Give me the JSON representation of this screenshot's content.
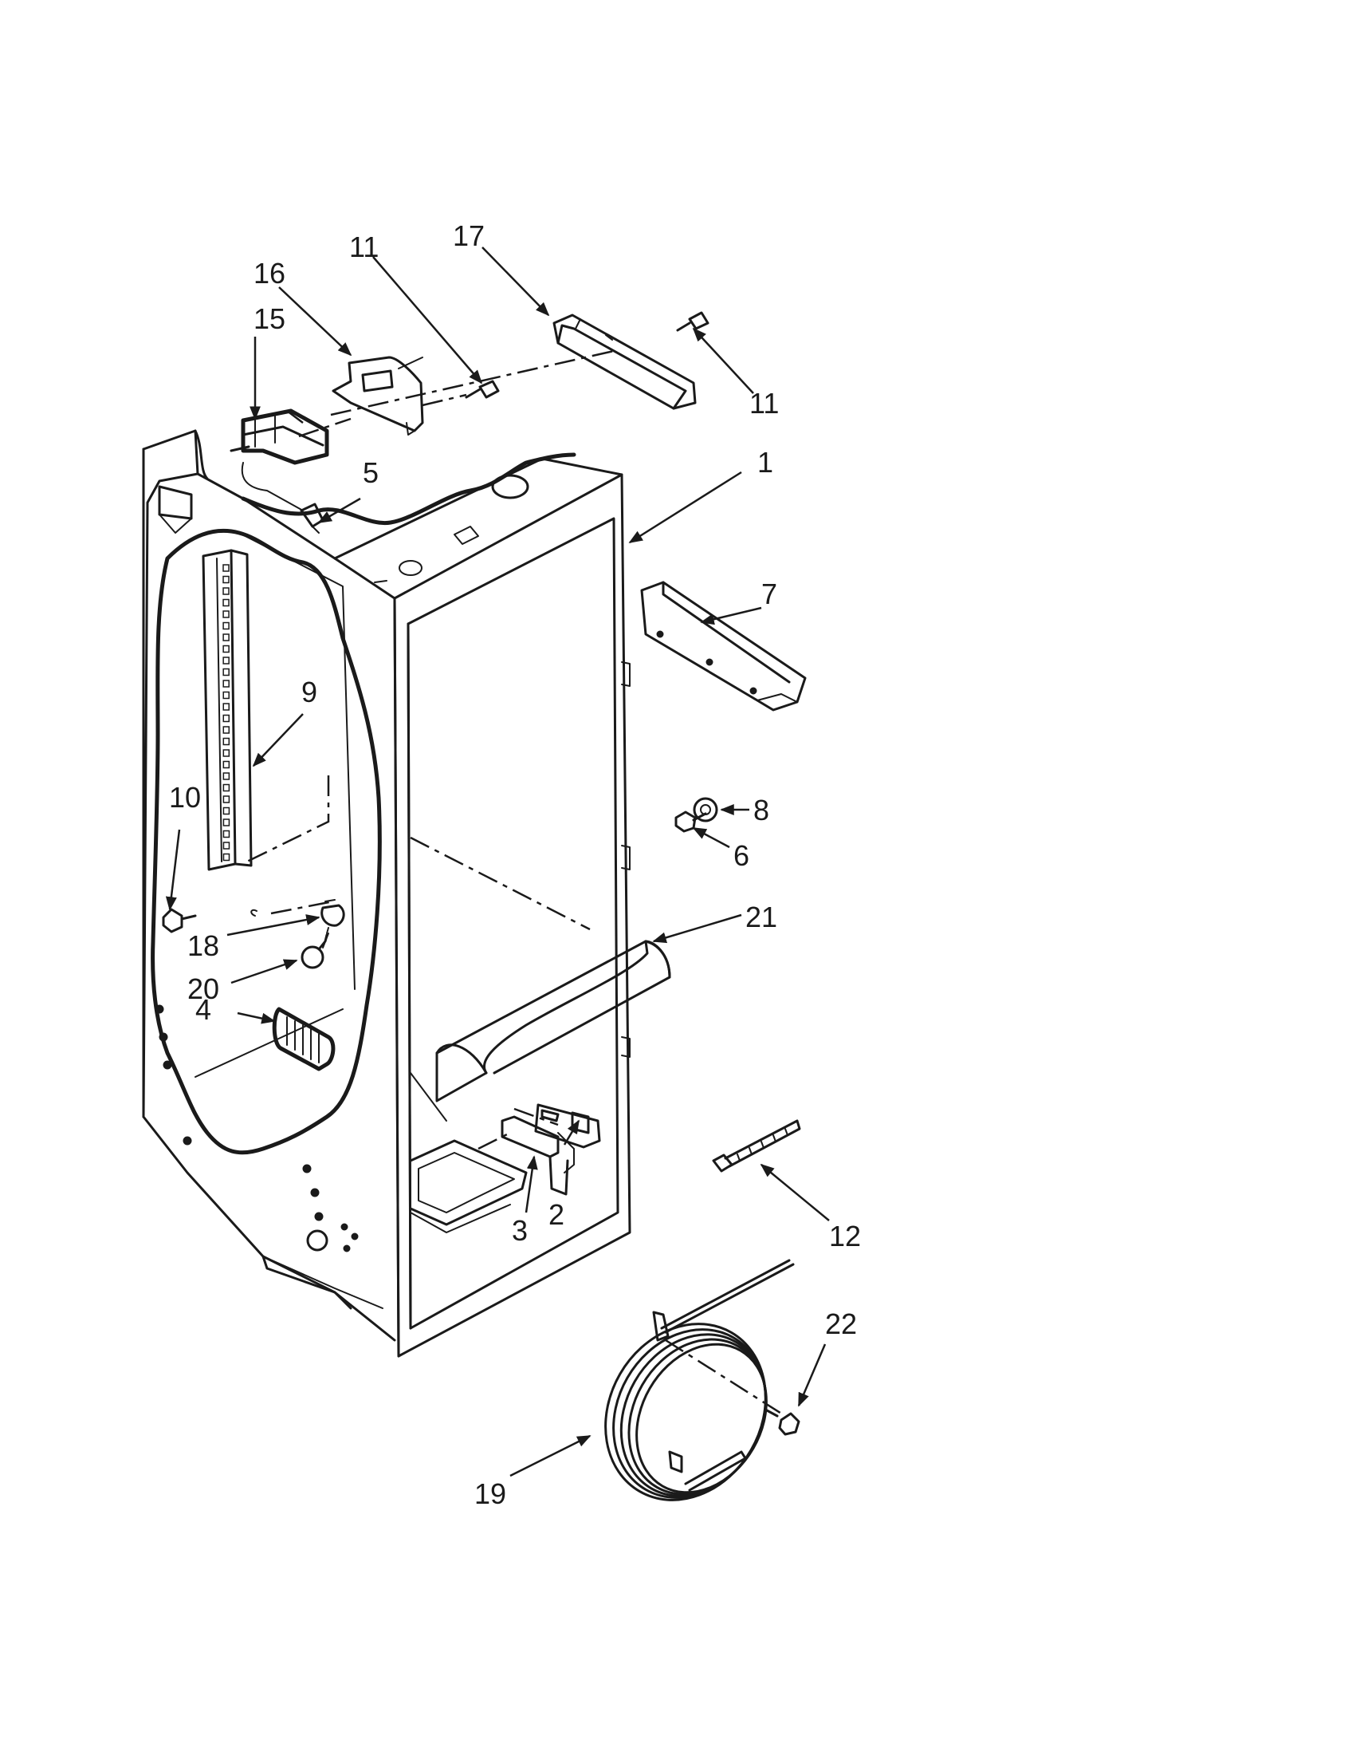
{
  "parts": [
    {
      "id": "1",
      "label": "1"
    },
    {
      "id": "2",
      "label": "2"
    },
    {
      "id": "3",
      "label": "3"
    },
    {
      "id": "4",
      "label": "4"
    },
    {
      "id": "5",
      "label": "5"
    },
    {
      "id": "6",
      "label": "6"
    },
    {
      "id": "7",
      "label": "7"
    },
    {
      "id": "8",
      "label": "8"
    },
    {
      "id": "9",
      "label": "9"
    },
    {
      "id": "10",
      "label": "10"
    },
    {
      "id": "11a",
      "label": "11"
    },
    {
      "id": "11b",
      "label": "11"
    },
    {
      "id": "12",
      "label": "12"
    },
    {
      "id": "15",
      "label": "15"
    },
    {
      "id": "16",
      "label": "16"
    },
    {
      "id": "17",
      "label": "17"
    },
    {
      "id": "18",
      "label": "18"
    },
    {
      "id": "19",
      "label": "19"
    },
    {
      "id": "20",
      "label": "20"
    },
    {
      "id": "21",
      "label": "21"
    },
    {
      "id": "22",
      "label": "22"
    }
  ]
}
